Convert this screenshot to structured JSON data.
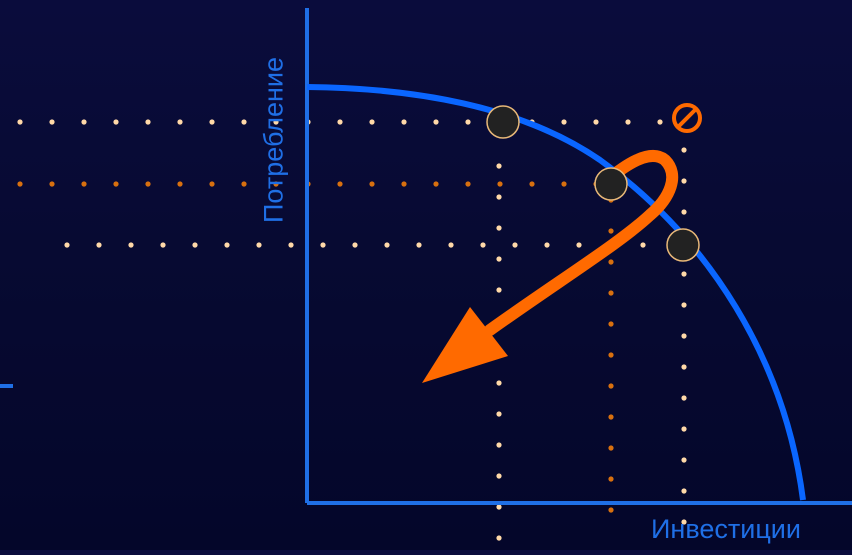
{
  "diagram": {
    "y_axis_label": "Потребление",
    "x_axis_label": "Инвестиции"
  },
  "points": [
    {
      "name": "point-a"
    },
    {
      "name": "point-b"
    },
    {
      "name": "point-c"
    }
  ],
  "colors": {
    "background": "#070a32",
    "axis": "#1f6fe6",
    "curve": "#0a66ff",
    "arrow": "#ff6a00",
    "dots_light": "#ffd9a8",
    "dots_dark": "#d8700f",
    "point_fill": "#222222",
    "no_symbol": "#ff6a00"
  },
  "icons": {
    "no_symbol": "prohibited-icon"
  }
}
